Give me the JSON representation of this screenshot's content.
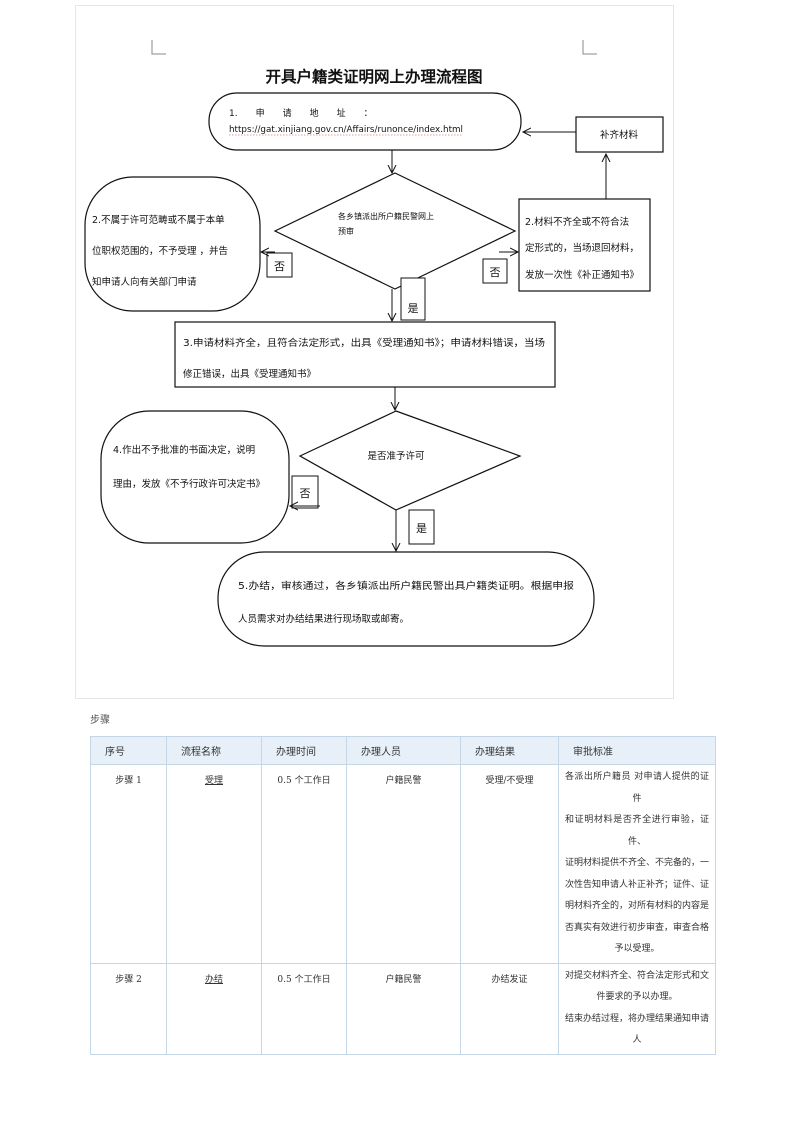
{
  "flowchart": {
    "title": "开具户籍类证明网上办理流程图",
    "nodes": {
      "apply": {
        "line1": "1.　　申　　请　　地　　址　　：",
        "line2": "https://gat.xinjiang.gov.cn/Affairs/runonce/index.html"
      },
      "supplement": {
        "text": "补齐材料"
      },
      "reject_scope": {
        "line1": "2.不属于许可范畴或不属于本单",
        "line2": "位职权范围的，不予受理 ，并告",
        "line3": "知申请人向有关部门申请"
      },
      "pretrial": {
        "line1": "各乡镇派出所户籍民警网上",
        "line2": "预审"
      },
      "incomplete": {
        "line1": "2.材料不齐全或不符合法",
        "line2": "定形式的，当场退回材料，",
        "line3": "发放一次性《补正通知书》"
      },
      "accept": {
        "line1": "3.申请材料齐全，且符合法定形式，出具《受理通知书》；申请材料错误，当场",
        "line2": "修正错误，出具《受理通知书》"
      },
      "deny": {
        "line1": "4.作出不予批准的书面决定，说明",
        "line2": "理由，发放《不予行政许可决定书》"
      },
      "approve_q": {
        "text": "是否准予许可"
      },
      "finish": {
        "line1": "5.办结，审核通过，各乡镇派出所户籍民警出具户籍类证明。根据申报",
        "line2": "人员需求对办结结果进行现场取或邮寄。"
      }
    },
    "labels": {
      "no_left": "否",
      "no_right": "否",
      "yes_1": "是",
      "no_2": "否",
      "yes_2": "是"
    }
  },
  "steps": {
    "label": "步骤",
    "headers": [
      "序号",
      "流程名称",
      "办理时间",
      "办理人员",
      "办理结果",
      "审批标准"
    ],
    "rows": [
      {
        "seq": "步骤 1",
        "name": "受理",
        "time": "0.5 个工作日",
        "staff": "户籍民警",
        "result": "受理/不受理",
        "standard": [
          "各派出所户籍员 对申请人提供的证件",
          "和证明材料是否齐全进行审验，证件、",
          "证明材料提供不齐全、不完备的，一",
          "次性告知申请人补正补齐；证件、证",
          "明材料齐全的，对所有材料的内容是",
          "否真实有效进行初步审查，审查合格",
          "予以受理。"
        ]
      },
      {
        "seq": "步骤 2",
        "name": "办结",
        "time": "0.5 个工作日",
        "staff": "户籍民警",
        "result": "办结发证",
        "standard": [
          "对提交材料齐全、符合法定形式和文",
          "件要求的予以办理。",
          "结束办结过程，将办理结果通知申请",
          "人"
        ]
      }
    ]
  }
}
